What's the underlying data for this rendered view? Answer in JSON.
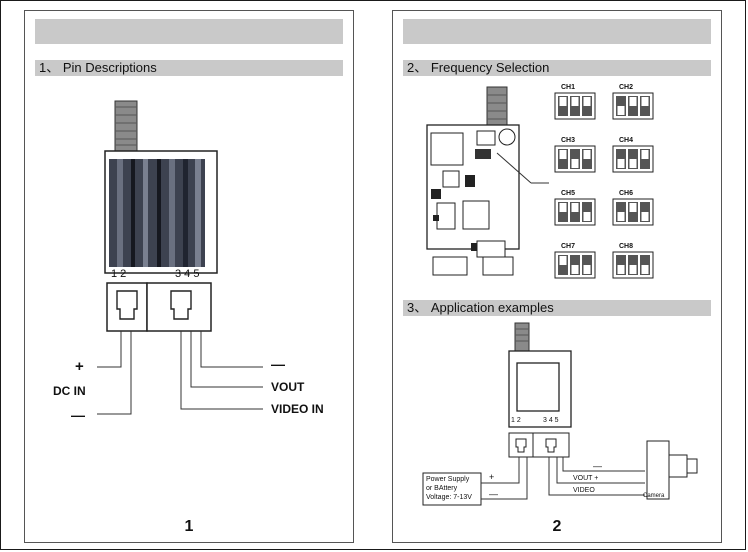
{
  "panel1": {
    "section_title": "1、 Pin Descriptions",
    "pin_numbers_left": "1  2",
    "pin_numbers_right": "3 4 5",
    "plus": "+",
    "minus": "—",
    "dc_in": "DC IN",
    "minus_right": "—",
    "vout": "VOUT",
    "video_in": "VIDEO IN",
    "page_number": "1"
  },
  "panel2": {
    "section_title_freq": "2、 Frequency Selection",
    "channels": [
      {
        "name": "CH1",
        "on": [
          0,
          0,
          0
        ]
      },
      {
        "name": "CH2",
        "on": [
          1,
          0,
          0
        ]
      },
      {
        "name": "CH3",
        "on": [
          0,
          1,
          0
        ]
      },
      {
        "name": "CH4",
        "on": [
          1,
          1,
          0
        ]
      },
      {
        "name": "CH5",
        "on": [
          0,
          0,
          1
        ]
      },
      {
        "name": "CH6",
        "on": [
          1,
          0,
          1
        ]
      },
      {
        "name": "CH7",
        "on": [
          0,
          1,
          1
        ]
      },
      {
        "name": "CH8",
        "on": [
          1,
          1,
          1
        ]
      }
    ],
    "section_title_app": "3、 Application examples",
    "pins_left": "1 2",
    "pins_right": "3 4 5",
    "power_line1": "Power Supply",
    "power_line2": "or BAttery",
    "power_line3": "Voltage: 7-13V",
    "plus": "+",
    "minus": "—",
    "minus_cam": "—",
    "vout": "VOUT +",
    "video": "VIDEO",
    "camera": "Camera",
    "page_number": "2"
  },
  "colors": {
    "bar": "#c9c9c9",
    "ink": "#111111"
  }
}
